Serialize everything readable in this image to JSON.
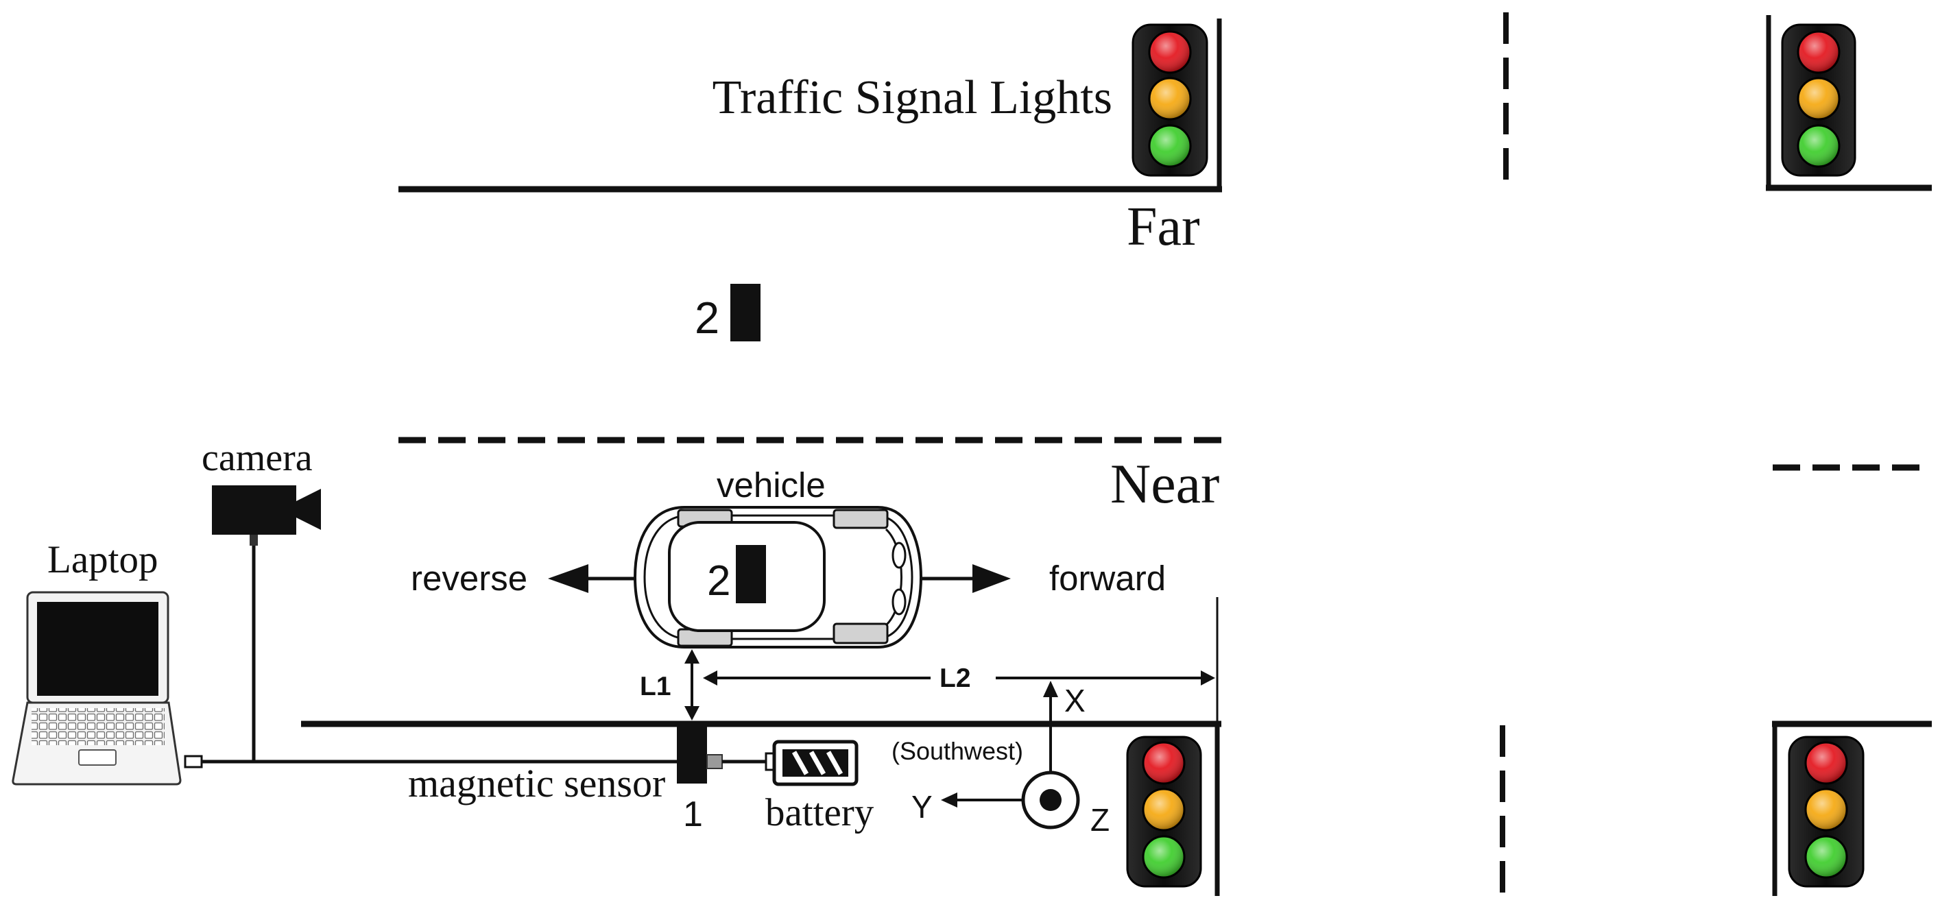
{
  "traffic_signals": {
    "label": "Traffic Signal Lights",
    "colors": {
      "red": "#e3131b",
      "yellow": "#f5a80f",
      "green": "#3ccd2a"
    }
  },
  "lanes": {
    "far": "Far",
    "near": "Near"
  },
  "markers": {
    "far_lane": "2",
    "vehicle": "2",
    "sensor": "1"
  },
  "vehicle": {
    "label": "vehicle",
    "reverse": "reverse",
    "forward": "forward"
  },
  "distances": {
    "l1": "L1",
    "l2": "L2"
  },
  "axes": {
    "x": "X",
    "y": "Y",
    "z": "Z",
    "heading": "(Southwest)"
  },
  "equipment": {
    "camera": "camera",
    "laptop": "Laptop",
    "magnetic_sensor": "magnetic sensor",
    "battery": "battery"
  }
}
